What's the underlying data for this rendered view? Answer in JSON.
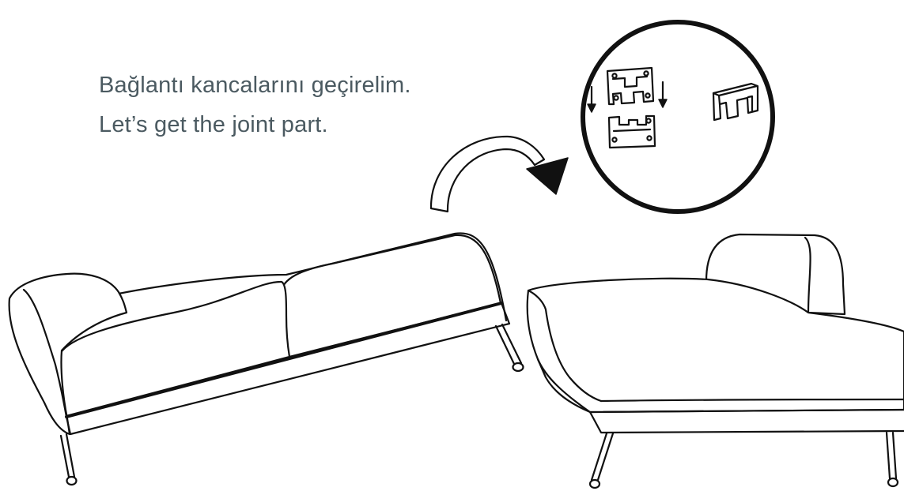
{
  "instruction": {
    "line_tr": "Bağlantı kancalarını geçirelim.",
    "line_en": "Let’s get the joint part."
  },
  "icons": {
    "detail": "joint-hook-detail-icon",
    "arrow": "curved-arrow-icon",
    "left_piece": "daybed-sofa-illustration",
    "right_piece": "chaise-sofa-illustration"
  },
  "colors": {
    "text": "#4b5a61",
    "line": "#111111",
    "background": "#ffffff"
  }
}
